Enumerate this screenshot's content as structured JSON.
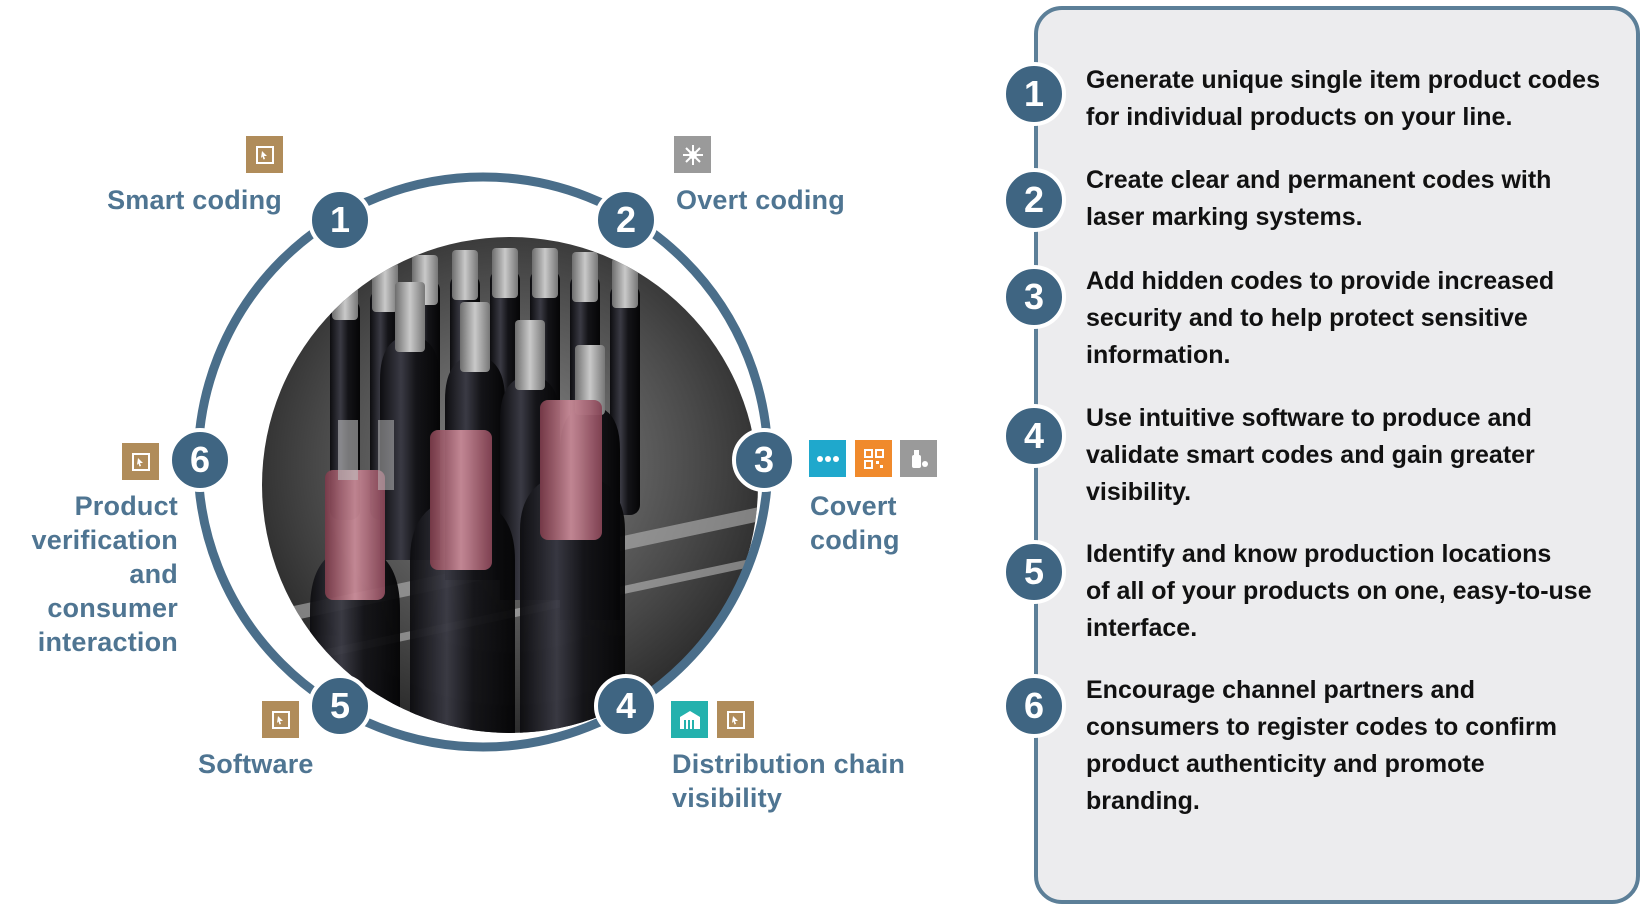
{
  "colors": {
    "ring": "#4a6e8a",
    "node": "#3f6582",
    "label": "#4f7592",
    "panel_bg": "#ececee",
    "panel_border": "#5c7f98",
    "icon_gold": "#b08c5a",
    "icon_gray": "#9a9a9a",
    "icon_cyan": "#1fa8cc",
    "icon_orange": "#f08a2c",
    "icon_teal": "#24b1ad"
  },
  "diagram": {
    "photo": "wine-bottles-production-line-photo",
    "nodes": [
      {
        "num": "1",
        "label": "Smart coding",
        "icons": [
          "smart-code-icon"
        ]
      },
      {
        "num": "2",
        "label": "Overt coding",
        "icons": [
          "laser-icon"
        ]
      },
      {
        "num": "3",
        "label_lines": [
          "Covert",
          "coding"
        ],
        "icons": [
          "dots-code-icon",
          "qr-code-icon",
          "bottle-icon"
        ]
      },
      {
        "num": "4",
        "label_lines": [
          "Distribution chain",
          "visibility"
        ],
        "icons": [
          "warehouse-icon",
          "smart-code-icon"
        ]
      },
      {
        "num": "5",
        "label": "Software",
        "icons": [
          "smart-code-icon"
        ]
      },
      {
        "num": "6",
        "label_lines": [
          "Product",
          "verification",
          "and consumer",
          "interaction"
        ],
        "icons": [
          "smart-code-icon"
        ]
      }
    ]
  },
  "panel": {
    "steps": [
      {
        "num": "1",
        "lines": [
          "Generate unique single item product codes",
          "for individual products on your line."
        ]
      },
      {
        "num": "2",
        "lines": [
          "Create clear and permanent codes with",
          "laser marking systems."
        ]
      },
      {
        "num": "3",
        "lines": [
          "Add hidden codes to provide increased",
          "security and to help protect sensitive",
          "information."
        ]
      },
      {
        "num": "4",
        "lines": [
          "Use intuitive software to produce and",
          "validate smart codes and gain greater",
          "visibility."
        ]
      },
      {
        "num": "5",
        "lines": [
          "Identify and know production locations",
          "of all of your products on one, easy-to-use",
          "interface."
        ]
      },
      {
        "num": "6",
        "lines": [
          "Encourage channel partners  and",
          "consumers to register codes to confirm",
          "product authenticity and promote",
          "branding."
        ]
      }
    ]
  }
}
